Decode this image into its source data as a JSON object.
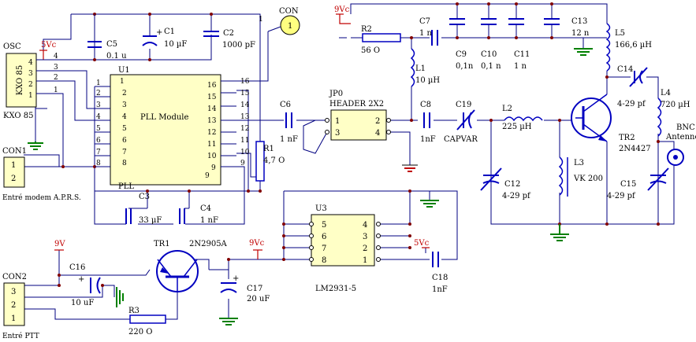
{
  "osc": {
    "label": "OSC",
    "part": "KXO 85",
    "part_bottom": "KXO 85",
    "pins": [
      "4",
      "3",
      "2",
      "1"
    ],
    "power": "5Vc"
  },
  "con1": {
    "label": "CON1",
    "pins": [
      "1",
      "2"
    ],
    "desc": "Entré modem A.P.R.S."
  },
  "con2": {
    "label": "CON2",
    "pins": [
      "3",
      "2",
      "1"
    ],
    "desc": "Entré PTT"
  },
  "con": {
    "label": "CON",
    "pin": "1"
  },
  "u1": {
    "ref": "U1",
    "name": "PLL Module",
    "sub": "PLL",
    "left_pins": [
      "1",
      "2",
      "3",
      "4",
      "5",
      "6",
      "7",
      "8"
    ],
    "right_pins": [
      "16",
      "15",
      "14",
      "13",
      "12",
      "11",
      "10",
      "9"
    ],
    "right_outer": [
      "16",
      "15",
      "14",
      "13",
      "12",
      "11",
      "10",
      "9"
    ],
    "corner_tl": "1",
    "corner_br": "9"
  },
  "jp0": {
    "ref": "JP0",
    "name": "HEADER 2X2",
    "pins": [
      "1",
      "2",
      "3",
      "4"
    ]
  },
  "u3": {
    "ref": "U3",
    "name": "LM2931-5",
    "left_pins": [
      "5",
      "6",
      "7",
      "8"
    ],
    "right_pins": [
      "4",
      "3",
      "2",
      "1"
    ]
  },
  "components": {
    "c1": {
      "ref": "C1",
      "value": "10 µF",
      "plus": "+"
    },
    "c2": {
      "ref": "C2",
      "value": "1000 pF"
    },
    "c3": {
      "ref": "C3",
      "value": "33 µF"
    },
    "c4": {
      "ref": "C4",
      "value": "1 nF"
    },
    "c5": {
      "ref": "C5",
      "value": "0.1 u"
    },
    "c6": {
      "ref": "C6",
      "value": "1 nF"
    },
    "c7": {
      "ref": "C7",
      "value": "1 n"
    },
    "c8": {
      "ref": "C8",
      "value": "1nF"
    },
    "c9": {
      "ref": "C9",
      "value": "0,1n"
    },
    "c10": {
      "ref": "C10",
      "value": "0,1 n"
    },
    "c11": {
      "ref": "C11",
      "value": "1 n"
    },
    "c12": {
      "ref": "C12",
      "value": "4-29 pf"
    },
    "c13": {
      "ref": "C13",
      "value": "12 n"
    },
    "c14": {
      "ref": "C14",
      "value": "4-29 pf"
    },
    "c15": {
      "ref": "C15",
      "value": "4-29 pf"
    },
    "c16": {
      "ref": "C16",
      "value": "10 uF",
      "plus": "+"
    },
    "c17": {
      "ref": "C17",
      "value": "20 uF",
      "plus": "+"
    },
    "c18": {
      "ref": "C18",
      "value": "1nF"
    },
    "c19": {
      "ref": "C19",
      "value": "CAPVAR"
    },
    "r1": {
      "ref": "R1",
      "value": "4,7 O"
    },
    "r2": {
      "ref": "R2",
      "value": "56 O"
    },
    "r3": {
      "ref": "R3",
      "value": "220 O"
    },
    "l1": {
      "ref": "L1",
      "value": "10 µH"
    },
    "l2": {
      "ref": "L2",
      "value": "225 µH"
    },
    "l3": {
      "ref": "L3",
      "value": "VK 200"
    },
    "l4": {
      "ref": "L4",
      "value": "720 µH"
    },
    "l5": {
      "ref": "L5",
      "value": "166,6 µH"
    },
    "tr1": {
      "ref": "TR1",
      "value": "2N2905A"
    },
    "tr2": {
      "ref": "TR2",
      "value": "2N4427"
    },
    "bnc": {
      "ref": "BNC",
      "value": "Antenne"
    }
  },
  "power_labels": {
    "vc9_top": "9Vc",
    "vc9_mid": "9Vc",
    "v9_left": "9V",
    "vc5_mid": "5Vc"
  },
  "net_labels": {
    "n1": "1"
  },
  "colors": {
    "wire": "#000080",
    "component": "#0000c0",
    "ground": "#008000",
    "power": "#c00000",
    "box_fill": "#ffffc6",
    "con_fill": "#ffff80"
  }
}
